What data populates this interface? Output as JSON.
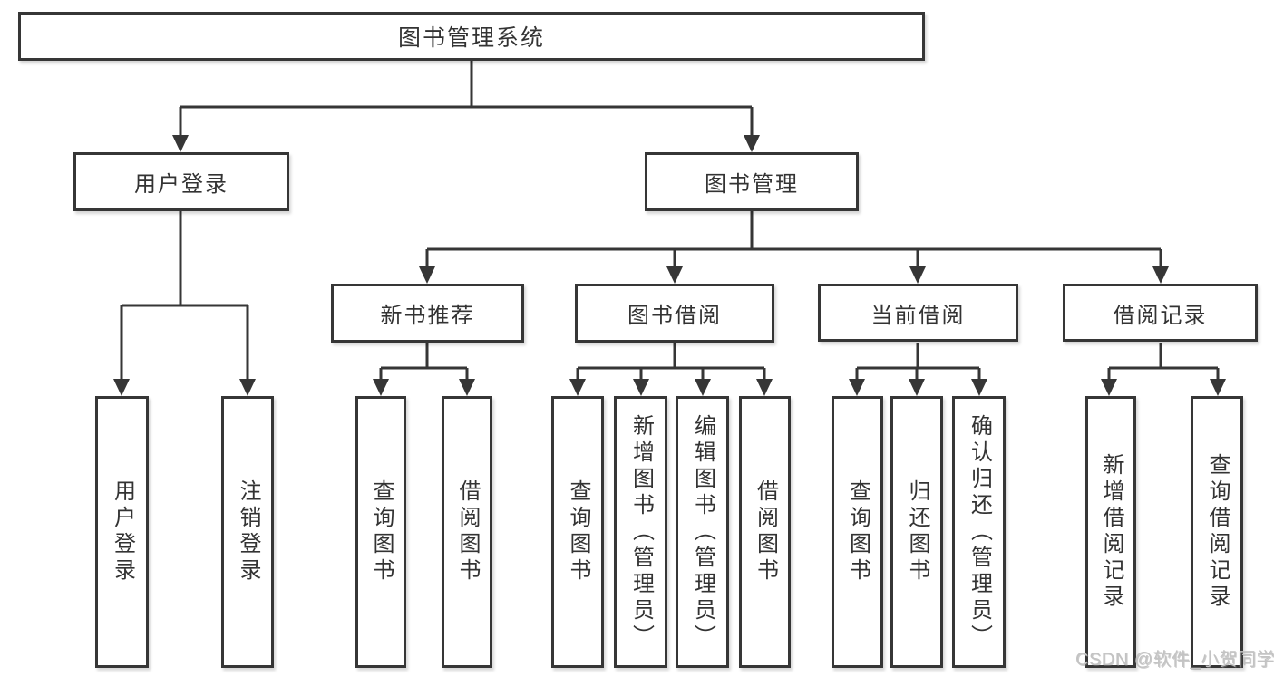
{
  "diagram": {
    "tree": {
      "root": {
        "label": "图书管理系统",
        "children": [
          {
            "label": "用户登录",
            "children": [
              {
                "label": "用户登录"
              },
              {
                "label": "注销登录"
              }
            ]
          },
          {
            "label": "图书管理",
            "children": [
              {
                "label": "新书推荐",
                "children": [
                  {
                    "label": "查询图书"
                  },
                  {
                    "label": "借阅图书"
                  }
                ]
              },
              {
                "label": "图书借阅",
                "children": [
                  {
                    "label": "查询图书"
                  },
                  {
                    "label": "新增图书（管理员）"
                  },
                  {
                    "label": "编辑图书（管理员）"
                  },
                  {
                    "label": "借阅图书"
                  }
                ]
              },
              {
                "label": "当前借阅",
                "children": [
                  {
                    "label": "查询图书"
                  },
                  {
                    "label": "归还图书"
                  },
                  {
                    "label": "确认归还（管理员）"
                  }
                ]
              },
              {
                "label": "借阅记录",
                "children": [
                  {
                    "label": "新增借阅记录"
                  },
                  {
                    "label": "查询借阅记录"
                  }
                ]
              }
            ]
          }
        ]
      }
    },
    "colors": {
      "line": "#363636",
      "box_border": "#363636",
      "text": "#333333",
      "background": "#ffffff",
      "watermark": "#c3c3c3"
    }
  },
  "watermark": {
    "text": "CSDN @软件_小贺同学"
  }
}
